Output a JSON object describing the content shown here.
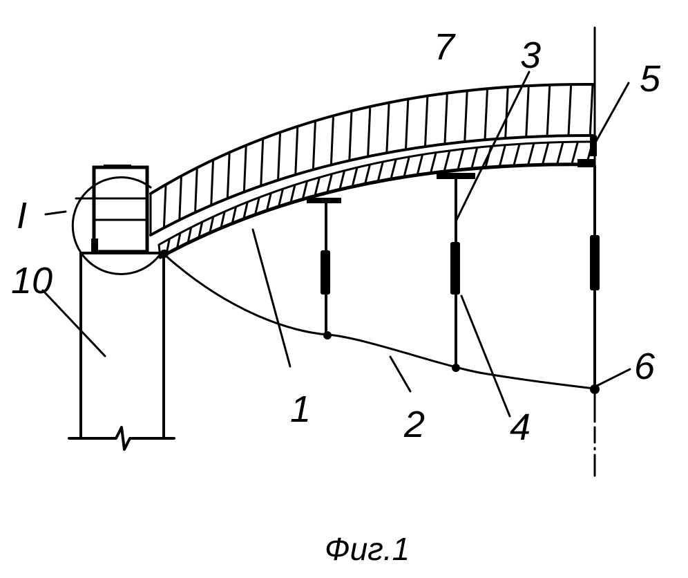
{
  "figure": {
    "caption": "Фиг.1",
    "labels": {
      "node_detail": "I",
      "support": "10",
      "beam": "1",
      "cable": "2",
      "hanger": "3",
      "damper": "4",
      "end_joint": "5",
      "cable_anchor": "6",
      "deck": "7"
    },
    "ink_color": "#000000",
    "background_color": "#ffffff"
  }
}
